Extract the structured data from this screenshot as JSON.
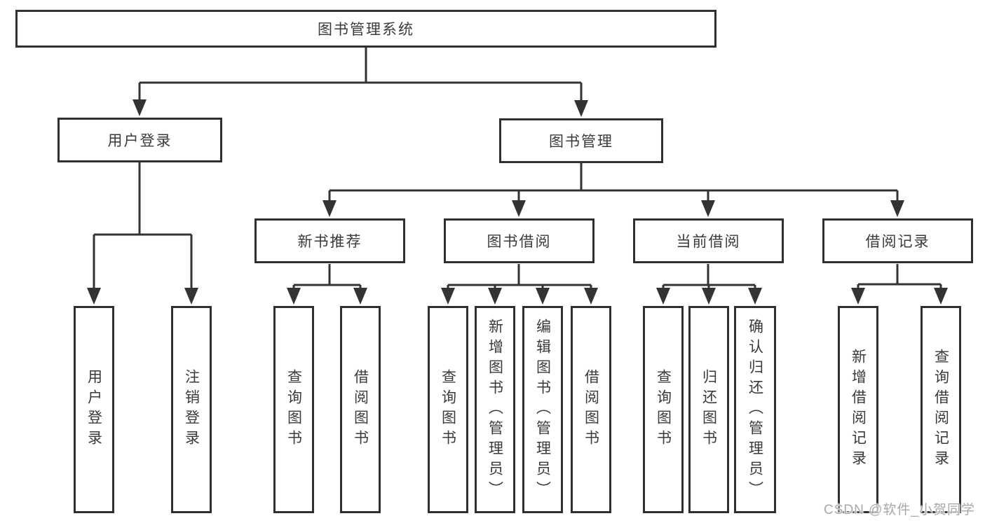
{
  "tree": {
    "root": {
      "label": "图书管理系统"
    },
    "branches": [
      {
        "label": "用户登录",
        "children": [
          "用户登录",
          "注销登录"
        ]
      },
      {
        "label": "图书管理",
        "sections": [
          {
            "label": "新书推荐",
            "children": [
              "查询图书",
              "借阅图书"
            ]
          },
          {
            "label": "图书借阅",
            "children": [
              "查询图书",
              "新增图书（管理员）",
              "编辑图书（管理员）",
              "借阅图书"
            ]
          },
          {
            "label": "当前借阅",
            "children": [
              "查询图书",
              "归还图书",
              "确认归还（管理员）"
            ]
          },
          {
            "label": "借阅记录",
            "children": [
              "新增借阅记录",
              "查询借阅记录"
            ]
          }
        ]
      }
    ]
  },
  "watermark": {
    "text": "CSDN @软件_小贺同学"
  },
  "colors": {
    "line": "#333333",
    "box_border": "#2f2f2f",
    "text": "#3a3a3a",
    "background": "#ffffff",
    "watermark": "#a8a8a8"
  }
}
